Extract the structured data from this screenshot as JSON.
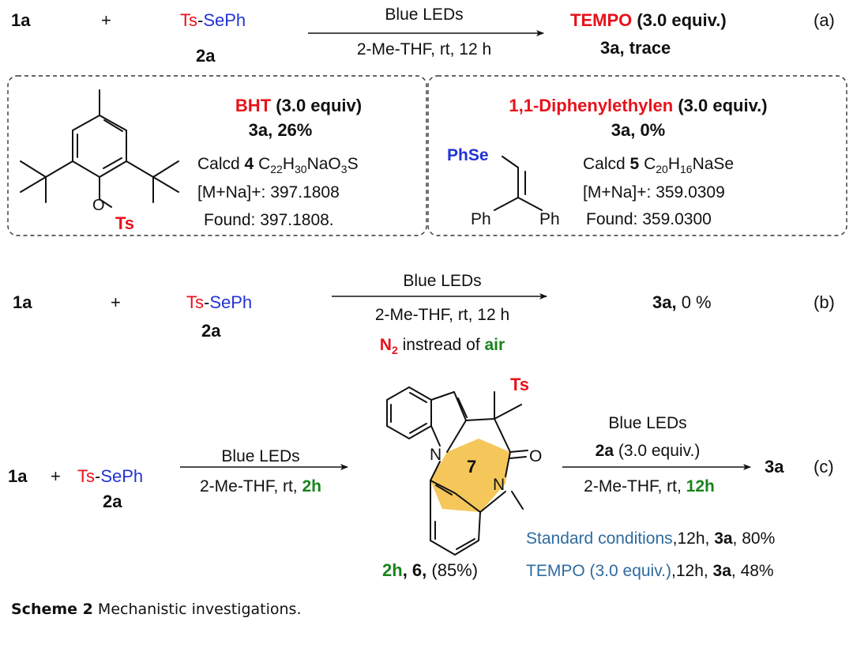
{
  "colors": {
    "red": "#e8111a",
    "blue": "#2233d6",
    "green": "#18841c",
    "steel": "#2f6b9f",
    "ring": "#f5c75a",
    "ink": "#111111"
  },
  "panel_a": {
    "reactant1": "1a",
    "plus": "+",
    "reagent_red": "Ts",
    "reagent_sep": "-",
    "reagent_blue": "SePh",
    "reagent_id": "2a",
    "arrow_top": "Blue LEDs",
    "arrow_bottom": "2-Me-THF, rt, 12 h",
    "additive": "TEMPO",
    "additive_amount": "(3.0 equiv.)",
    "result": "3a, trace",
    "label": "(a)",
    "bht_box": {
      "ts": "Ts",
      "o": "O",
      "additive": "BHT",
      "additive_amount": "(3.0 equiv)",
      "result": "3a, 26%",
      "calcd": "Calcd",
      "compound": "4",
      "formula": [
        "C",
        "22",
        "H",
        "30",
        "NaO",
        "3",
        "S"
      ],
      "mass_label": "[M+Na]+: 397.1808",
      "found": "Found: 397.1808."
    },
    "dpe_box": {
      "additive": "1,1-Diphenylethylen",
      "additive_amount": "(3.0 equiv.)",
      "result": "3a, 0%",
      "phse": "PhSe",
      "ph_left": "Ph",
      "ph_right": "Ph",
      "calcd": "Calcd",
      "compound": "5",
      "formula": [
        "C",
        "20",
        "H",
        "16",
        "NaSe"
      ],
      "mass_label": "[M+Na]+: 359.0309",
      "found": "Found: 359.0300"
    }
  },
  "panel_b": {
    "reactant1": "1a",
    "plus": "+",
    "reagent_red": "Ts",
    "reagent_sep": "-",
    "reagent_blue": "SePh",
    "reagent_id": "2a",
    "arrow_top": "Blue LEDs",
    "arrow_bottom": "2-Me-THF, rt, 12 h",
    "gas": "N",
    "gas_sub": "2",
    "instead": " instread of ",
    "air": "air",
    "result_bold": "3a,",
    "result_rest": " 0 %",
    "label": "(b)"
  },
  "panel_c": {
    "reactant1": "1a",
    "plus": "+",
    "reagent_red": "Ts",
    "reagent_sep": "-",
    "reagent_blue": "SePh",
    "reagent_id": "2a",
    "arrow1_top": "Blue LEDs",
    "arrow1_bottom_pre": "2-Me-THF, rt, ",
    "arrow1_bottom_green": "2h",
    "ring_size": "7",
    "atom_n1": "N",
    "atom_n2": "N",
    "atom_o": "O",
    "atom_ts": "Ts",
    "product_green": "2h",
    "product_bold": ", 6,",
    "product_yield": " (85%)",
    "arrow2_top": "Blue LEDs",
    "arrow2_reagent_bold": "2a",
    "arrow2_reagent_rest": " (3.0 equiv.)",
    "arrow2_bottom_pre": "2-Me-THF, rt, ",
    "arrow2_bottom_green": "12h",
    "final_product": "3a",
    "label": "(c)",
    "cond1_blue": "Standard conditions",
    "cond1_mid": ",12h, ",
    "cond1_bold": "3a",
    "cond1_end": ", 80%",
    "cond2_blue": "TEMPO (3.0 equiv.)",
    "cond2_mid": ",12h, ",
    "cond2_bold": "3a",
    "cond2_end": ", 48%"
  },
  "caption": {
    "label": "Scheme 2",
    "text": " Mechanistic investigations."
  }
}
